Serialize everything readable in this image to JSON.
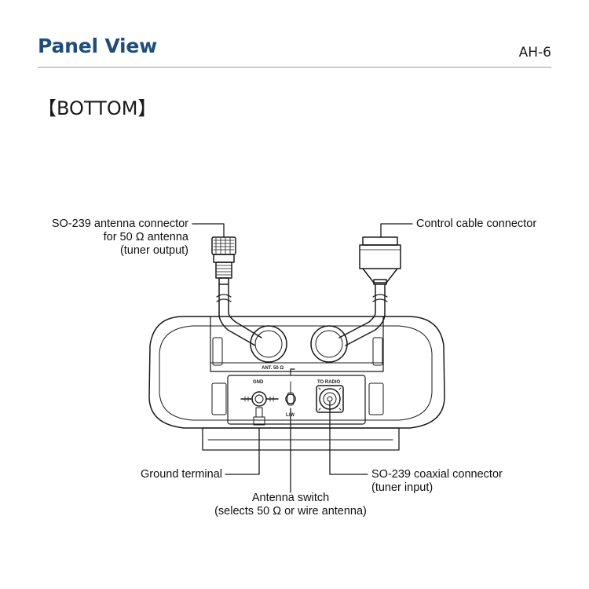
{
  "header": {
    "title": "Panel View",
    "model": "AH-6"
  },
  "section": {
    "heading": "【BOTTOM】"
  },
  "diagram": {
    "panel_labels": {
      "ant": "ANT. 50 Ω",
      "gnd": "GND",
      "to_radio": "TO RADIO",
      "switch": "L/W"
    },
    "callouts": {
      "antenna_connector": [
        "SO-239 antenna connector",
        "for 50 Ω antenna",
        "(tuner output)"
      ],
      "control_cable": [
        "Control cable connector"
      ],
      "ground_terminal": [
        "Ground terminal"
      ],
      "antenna_switch": [
        "Antenna switch",
        "(selects 50 Ω or wire antenna)"
      ],
      "coaxial_connector": [
        "SO-239 coaxial connector",
        "(tuner input)"
      ]
    }
  }
}
